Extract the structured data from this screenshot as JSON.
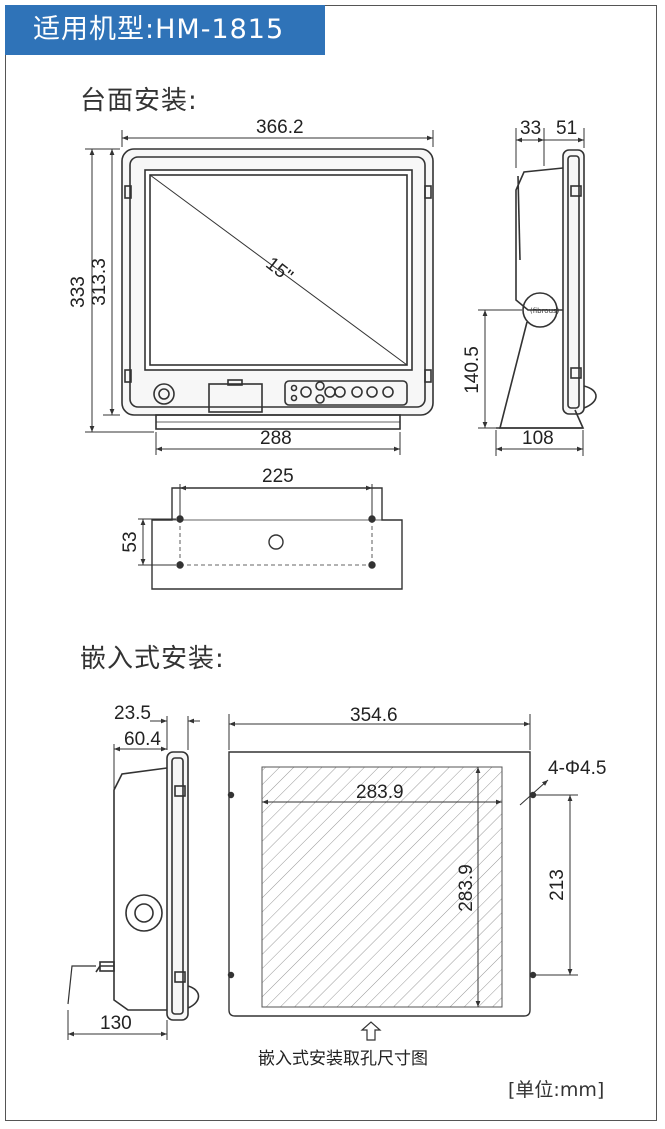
{
  "header": {
    "title": "适用机型:HM-1815"
  },
  "sections": {
    "desktop": "台面安装:",
    "embedded": "嵌入式安装:"
  },
  "front_view": {
    "width_label": "366.2",
    "height_outer_label": "333",
    "height_inner_label": "313.3",
    "base_width_label": "288",
    "screen_size_label": "15\""
  },
  "side_view": {
    "depth_a_label": "33",
    "depth_b_label": "51",
    "pivot_height_label": "140.5",
    "base_depth_label": "108"
  },
  "base_view": {
    "hole_spacing_label": "225",
    "depth_label": "53"
  },
  "embed_side": {
    "depth_a_label": "23.5",
    "depth_b_label": "60.4",
    "bottom_label": "130"
  },
  "cutout": {
    "width_label": "354.6",
    "holes_label": "4-Φ4.5",
    "cut_width_label": "283.9",
    "cut_height_label": "283.9",
    "hole_spacing_label": "213",
    "caption": "嵌入式安装取孔尺寸图"
  },
  "unit_label": "[单位:mm]"
}
